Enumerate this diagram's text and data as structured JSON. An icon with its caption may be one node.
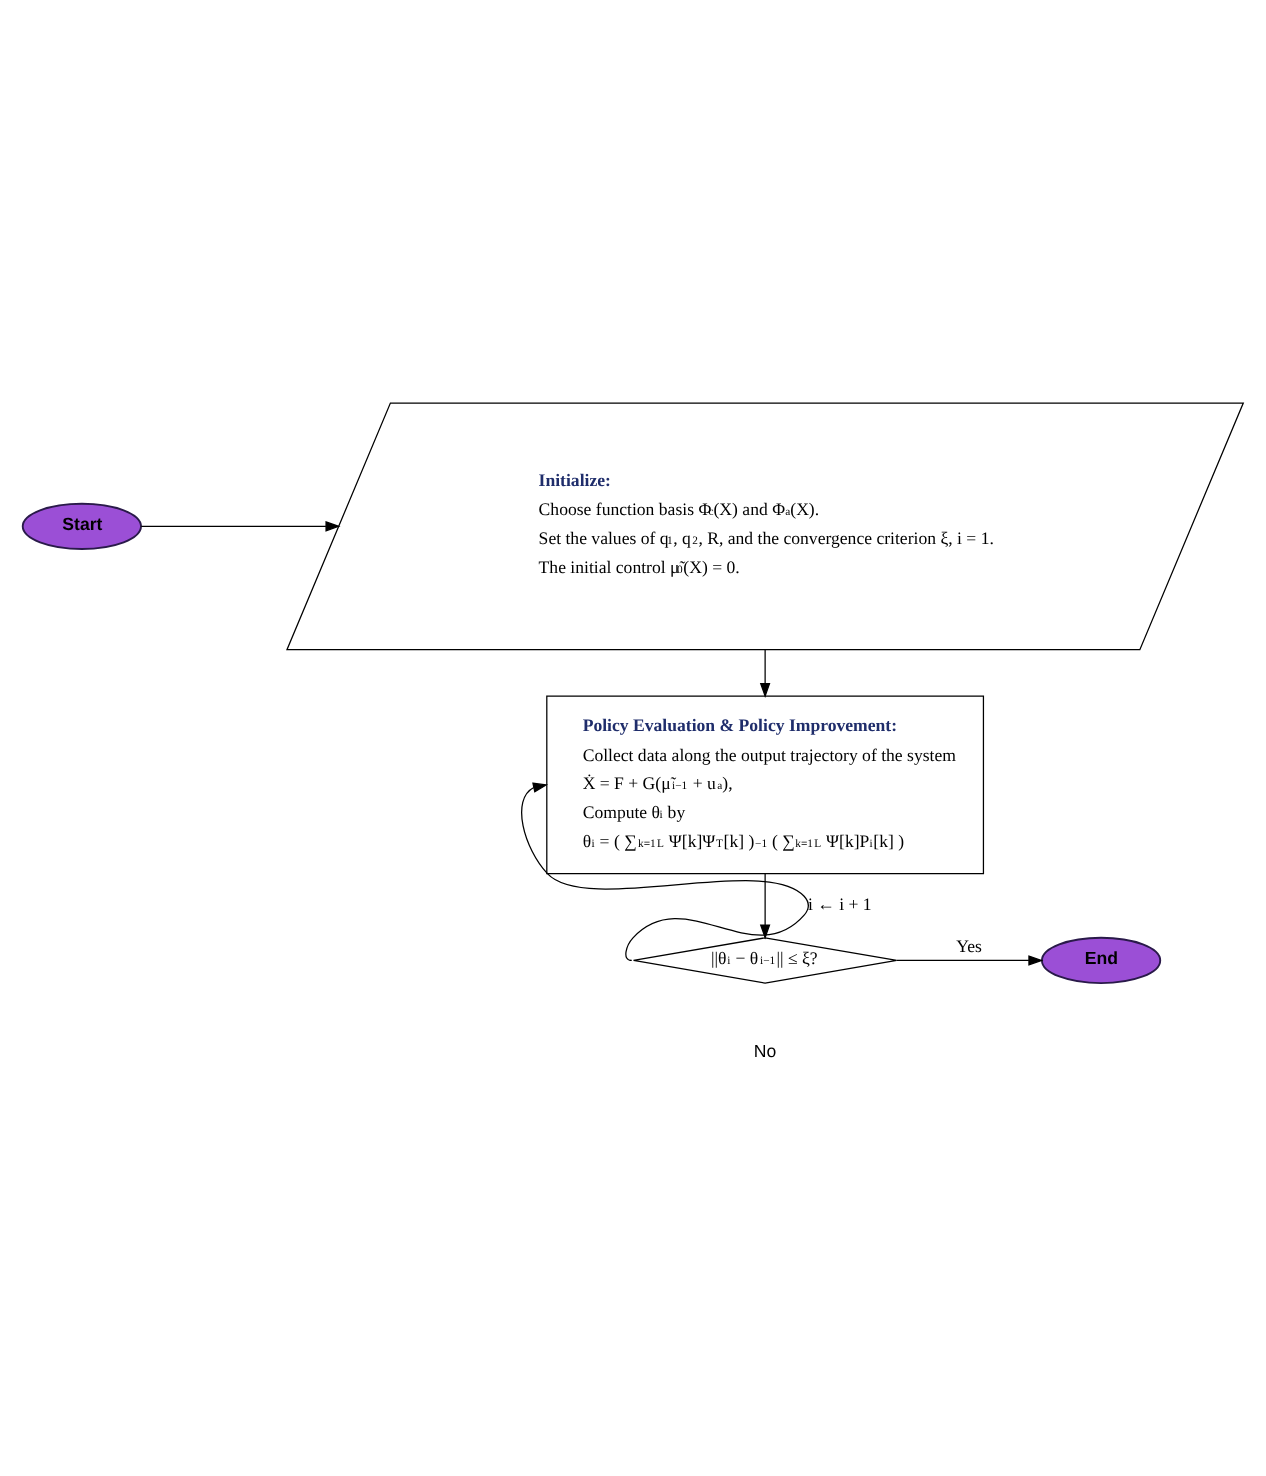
{
  "diagram": {
    "nodes": [
      {
        "text": [
          "Start"
        ]
      },
      {
        "text": [
          "Initialize:",
          "Choose function basis Φ$_{c}$(X) and Φ$_{a}$(X).",
          "Set the values of q$_{1}$, q$_{2}$, R, and the convergence criterion ξ, i = 1.",
          "The initial control μ̃$_{0}$(X) = 0."
        ]
      },
      {
        "text": [
          "Policy Evaluation & Policy Improvement:",
          "Collect data along the output trajectory of the system",
          "Ẋ = F + G(μ̃$_{i−1}$ + u$_{a}$),",
          "Compute θ$_{i}$ by",
          "θ$_{i}$ = ( ∑$_{k=1}$$^{L}$ Ψ[k]Ψ$^{T}$[k] )$^{−1}$ ( ∑$_{k=1}$$^{L}$ Ψ[k]P$_{i}$[k] )"
        ]
      },
      {
        "text": [
          "||θ$_{i}$ − θ$_{i−1}$|| ≤ ξ?"
        ]
      },
      {
        "text": [
          "End"
        ]
      }
    ],
    "edges": [
      {
        "from": 0,
        "to": 1,
        "arrow": "to"
      },
      {
        "from": 1,
        "to": 2,
        "arrow": "to"
      },
      {
        "from": 2,
        "to": 3,
        "arrow": "to"
      },
      {
        "from": 3,
        "to": 4,
        "arrow": "to",
        "label": "Yes"
      },
      {
        "from": 3,
        "to": 2,
        "arrow": "to",
        "label": "i ← i + 1"
      }
    ],
    "labels": [
      "No"
    ]
  }
}
